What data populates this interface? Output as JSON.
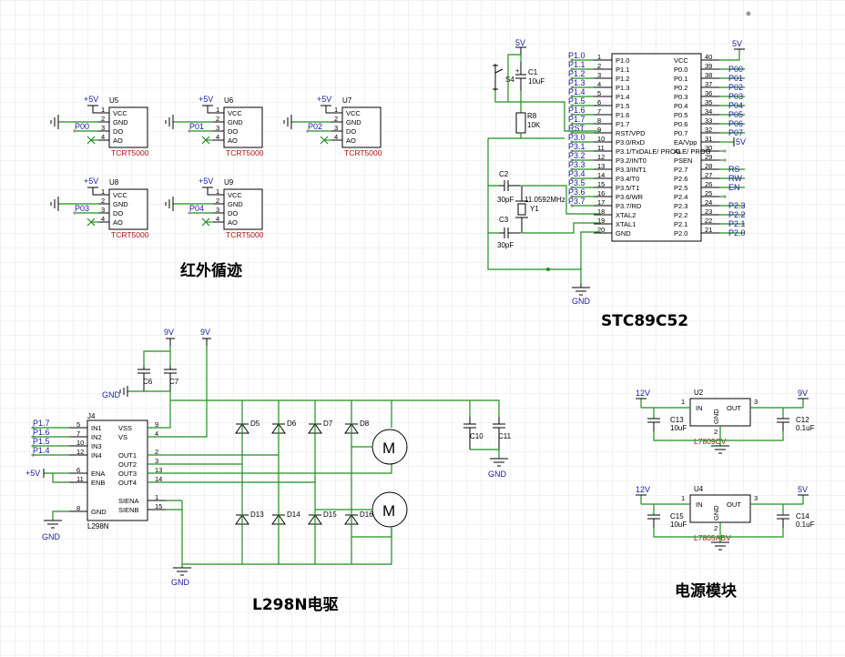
{
  "titles": {
    "ir": "红外循迹",
    "mcu": "STC89C52",
    "driver": "L298N电驱",
    "power": "电源模块"
  },
  "ir_module": {
    "part": "TCRT5000",
    "pins": [
      "VCC",
      "GND",
      "DO",
      "AO"
    ],
    "pin_numbers": [
      "1",
      "2",
      "3",
      "4"
    ],
    "supply": "+5V",
    "units": [
      {
        "ref": "U5",
        "net": "P00"
      },
      {
        "ref": "U6",
        "net": "P01"
      },
      {
        "ref": "U7",
        "net": "P02"
      },
      {
        "ref": "U8",
        "net": "P03"
      },
      {
        "ref": "U9",
        "net": "P04"
      }
    ]
  },
  "mcu": {
    "left_pins": [
      {
        "num": "1",
        "name": "P1.0",
        "net": "P1.0"
      },
      {
        "num": "2",
        "name": "P1.1",
        "net": "P1.1"
      },
      {
        "num": "3",
        "name": "P1.2",
        "net": "P1.2"
      },
      {
        "num": "4",
        "name": "P1.3",
        "net": "P1.3"
      },
      {
        "num": "5",
        "name": "P1.4",
        "net": "P1.4"
      },
      {
        "num": "6",
        "name": "P1.5",
        "net": "P1.5"
      },
      {
        "num": "7",
        "name": "P1.6",
        "net": "P1.6"
      },
      {
        "num": "8",
        "name": "P1.7",
        "net": "P1.7"
      },
      {
        "num": "9",
        "name": "RST/VPD",
        "net": "RST"
      },
      {
        "num": "10",
        "name": "P3.0/RxD",
        "net": "P3.0"
      },
      {
        "num": "11",
        "name": "P3.1/TxDALE/ PROG",
        "net": "P3.1"
      },
      {
        "num": "12",
        "name": "P3.2/INT0",
        "net": "P3.2"
      },
      {
        "num": "13",
        "name": "P3.3/INT1",
        "net": "P3.3"
      },
      {
        "num": "14",
        "name": "P3.4/T0",
        "net": "P3.4"
      },
      {
        "num": "15",
        "name": "P3.5/T1",
        "net": "P3.5"
      },
      {
        "num": "16",
        "name": "P3.6/WR",
        "net": "P3.6"
      },
      {
        "num": "17",
        "name": "P3.7/RD",
        "net": "P3.7"
      },
      {
        "num": "18",
        "name": "XTAL2",
        "net": ""
      },
      {
        "num": "19",
        "name": "XTAL1",
        "net": ""
      },
      {
        "num": "20",
        "name": "GND",
        "net": ""
      }
    ],
    "right_pins": [
      {
        "num": "40",
        "name": "VCC",
        "net": "5V"
      },
      {
        "num": "39",
        "name": "P0.0",
        "net": "P00"
      },
      {
        "num": "38",
        "name": "P0.1",
        "net": "P01"
      },
      {
        "num": "37",
        "name": "P0.2",
        "net": "P02"
      },
      {
        "num": "36",
        "name": "P0.3",
        "net": "P03"
      },
      {
        "num": "35",
        "name": "P0.4",
        "net": "P04"
      },
      {
        "num": "34",
        "name": "P0.5",
        "net": "P05"
      },
      {
        "num": "33",
        "name": "P0.6",
        "net": "P06"
      },
      {
        "num": "32",
        "name": "P0.7",
        "net": "P07"
      },
      {
        "num": "31",
        "name": "EA/Vpp",
        "net": "5V"
      },
      {
        "num": "30",
        "name": "ALE/ PROG",
        "net": ""
      },
      {
        "num": "29",
        "name": "PSEN",
        "net": ""
      },
      {
        "num": "28",
        "name": "P2.7",
        "net": "RS"
      },
      {
        "num": "27",
        "name": "P2.6",
        "net": "RW"
      },
      {
        "num": "26",
        "name": "P2.5",
        "net": "EN"
      },
      {
        "num": "25",
        "name": "P2.4",
        "net": ""
      },
      {
        "num": "24",
        "name": "P2.3",
        "net": "P2.3"
      },
      {
        "num": "23",
        "name": "P2.2",
        "net": "P2.2"
      },
      {
        "num": "22",
        "name": "P2.1",
        "net": "P2.1"
      },
      {
        "num": "21",
        "name": "P2.0",
        "net": "P2.0"
      }
    ],
    "reset": {
      "sw": "S4",
      "cap": "C1",
      "cap_val": "10uF",
      "res": "R8",
      "res_val": "10K",
      "vcc": "5V",
      "net": "RST"
    },
    "crystal": {
      "ref": "Y1",
      "val": "11.0592MHz",
      "c2": "C2",
      "c3": "C3",
      "cval": "30pF"
    },
    "gnd": "GND"
  },
  "driver": {
    "ref": "J4",
    "part": "L298N",
    "left_pins": [
      {
        "num": "5",
        "name": "IN1",
        "net": "P1.7"
      },
      {
        "num": "7",
        "name": "IN2",
        "net": "P1.6"
      },
      {
        "num": "10",
        "name": "IN3",
        "net": "P1.5"
      },
      {
        "num": "12",
        "name": "IN4",
        "net": "P1.4"
      },
      {
        "num": "6",
        "name": "ENA",
        "net": "+5V"
      },
      {
        "num": "11",
        "name": "ENB",
        "net": ""
      },
      {
        "num": "8",
        "name": "GND",
        "net": ""
      }
    ],
    "right_pins": [
      {
        "num": "9",
        "name": "VSS"
      },
      {
        "num": "4",
        "name": "VS"
      },
      {
        "num": "2",
        "name": "OUT1"
      },
      {
        "num": "3",
        "name": "OUT2"
      },
      {
        "num": "13",
        "name": "OUT3"
      },
      {
        "num": "14",
        "name": "OUT4"
      },
      {
        "num": "1",
        "name": "SIENA"
      },
      {
        "num": "15",
        "name": "SIENB"
      }
    ],
    "supply": "9V",
    "caps": [
      "C6",
      "C7",
      "C10",
      "C11"
    ],
    "diodes_top": [
      "D5",
      "D6",
      "D7",
      "D8"
    ],
    "diodes_bottom": [
      "D13",
      "D14",
      "D15",
      "D16"
    ],
    "motor_label": "M",
    "gnd": "GND"
  },
  "power": {
    "reg1": {
      "ref": "U2",
      "part": "L7809CV",
      "in": "12V",
      "out": "9V",
      "cin": "C13",
      "cin_val": "10uF",
      "cout": "C12",
      "cout_val": "0.1uF",
      "pins": {
        "in": "IN",
        "gnd": "GND",
        "out": "OUT"
      },
      "nums": {
        "in": "1",
        "gnd": "2",
        "out": "3"
      }
    },
    "reg2": {
      "ref": "U4",
      "part": "L7805ABV",
      "in": "12V",
      "out": "5V",
      "cin": "C15",
      "cin_val": "10uF",
      "cout": "C14",
      "cout_val": "0.1uF",
      "pins": {
        "in": "IN",
        "gnd": "GND",
        "out": "OUT"
      },
      "nums": {
        "in": "1",
        "gnd": "2",
        "out": "3"
      }
    }
  },
  "colors": {
    "wire": "#1f8f1f",
    "label": "#1a1aa6",
    "designator": "#000000",
    "power": "#b01010",
    "grid": "#e6e6e6"
  }
}
